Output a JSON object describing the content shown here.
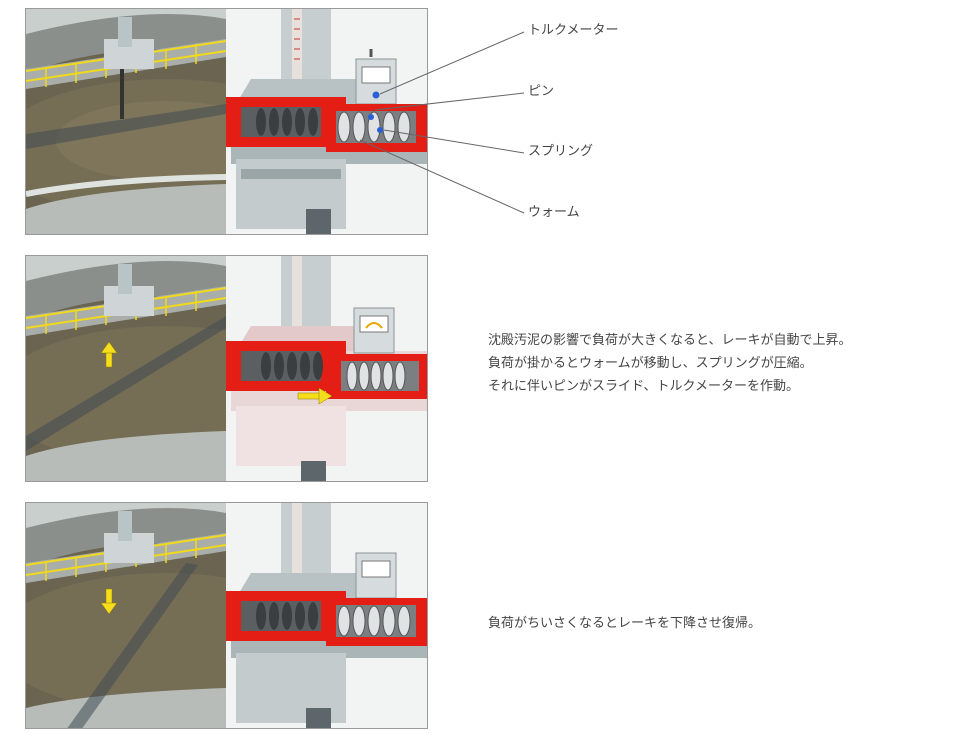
{
  "callouts": {
    "torque_meter": "トルクメーター",
    "pin": "ピン",
    "spring": "スプリング",
    "worm": "ウォーム"
  },
  "descriptions": {
    "raise": [
      "沈殿汚泥の影響で負荷が大きくなると、レーキが自動で上昇。",
      "負荷が掛かるとウォームが移動し、スプリングが圧縮。",
      "それに伴いピンがスライド、トルクメーターを作動。"
    ],
    "lower": "負荷がちいさくなるとレーキを下降させ復帰。"
  },
  "colors": {
    "cutaway_red": "#e41e14",
    "machine_gray": "#b8c2c4",
    "tank_sludge": "#6b6450",
    "railing_yellow": "#f2d91a",
    "arrow_yellow": "#f5dd1c",
    "pin_blue": "#2a5fd6"
  },
  "icons": {
    "up_arrow": "up-arrow-icon",
    "down_arrow": "down-arrow-icon",
    "right_arrow": "right-arrow-icon"
  }
}
